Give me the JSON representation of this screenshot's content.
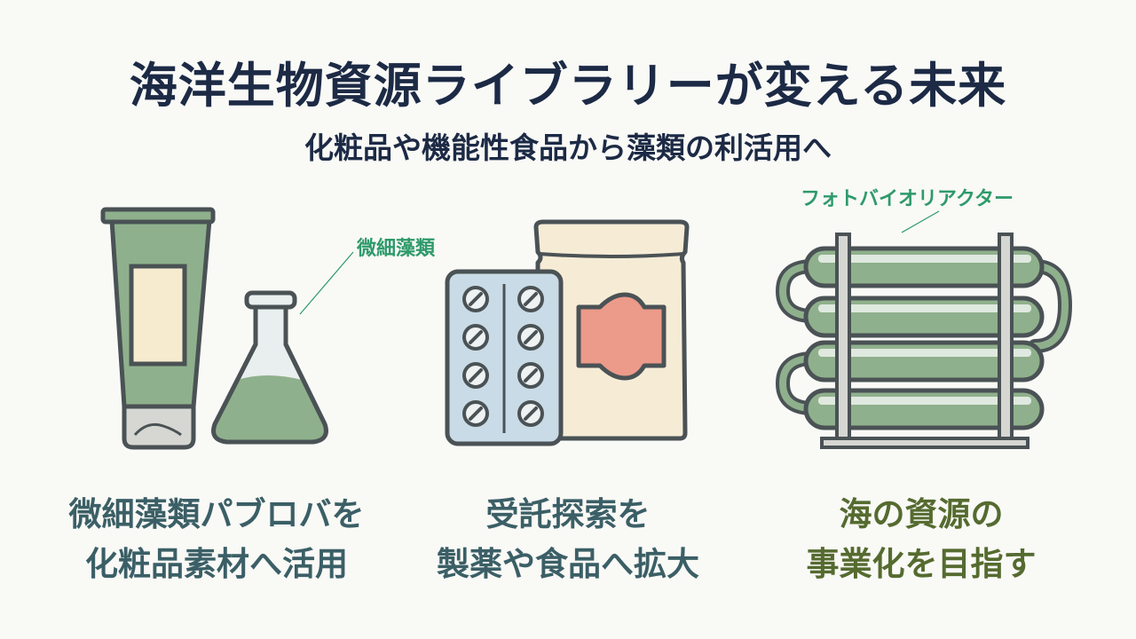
{
  "title": "海洋生物資源ライブラリーが変える未来",
  "subtitle": "化粧品や機能性食品から藻類の利活用へ",
  "panels": [
    {
      "callout": "微細藻類",
      "caption_lines": [
        "微細藻類パブロバを",
        "化粧品素材へ活用"
      ],
      "icons": [
        "cosmetic-tube-icon",
        "erlenmeyer-flask-icon"
      ]
    },
    {
      "callout": "",
      "caption_lines": [
        "受託探索を",
        "製薬や食品へ拡大"
      ],
      "icons": [
        "pill-blister-pack-icon",
        "food-pouch-icon"
      ]
    },
    {
      "callout": "フォトバイオリアクター",
      "caption_lines": [
        "海の資源の",
        "事業化を目指す"
      ],
      "icons": [
        "photobioreactor-icon"
      ]
    }
  ],
  "colors": {
    "title": "#1c2a45",
    "callout": "#2e9a6a",
    "caption_blue": "#3b5f66",
    "caption_olive": "#556b2f",
    "algae_green": "#8fb08c",
    "outline": "#4a5255",
    "pouch_label": "#ec9a8a",
    "blister": "#c9dbe6"
  }
}
